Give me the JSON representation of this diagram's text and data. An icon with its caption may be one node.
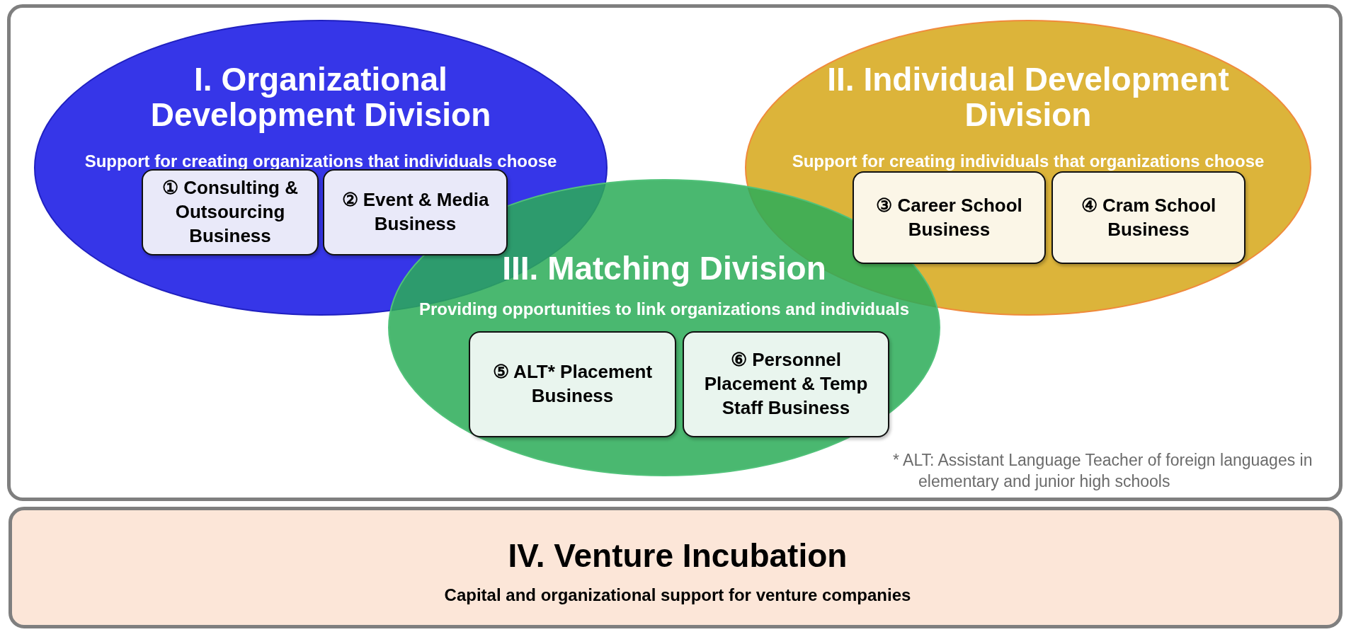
{
  "diagram": {
    "nodes": [
      {
        "text": [
          "I. Organizational Development Division",
          "Support for creating organizations that individuals choose"
        ]
      },
      {
        "text": [
          "① Consulting & Outsourcing Business"
        ],
        "in": 0
      },
      {
        "text": [
          "② Event & Media Business"
        ],
        "in": 0
      },
      {
        "text": [
          "II. Individual Development Division",
          "Support for creating individuals that organizations choose"
        ]
      },
      {
        "text": [
          "③ Career School Business"
        ],
        "in": 3
      },
      {
        "text": [
          "④ Cram School Business"
        ],
        "in": 3
      },
      {
        "text": [
          "III. Matching Division",
          "Providing opportunities to link organizations and individuals"
        ]
      },
      {
        "text": [
          "⑤ ALT* Placement Business"
        ],
        "in": 6
      },
      {
        "text": [
          "⑥ Personnel Placement & Temp Staff Business"
        ],
        "in": 6
      },
      {
        "text": [
          "IV. Venture Incubation",
          "Capital and organizational support for venture companies"
        ]
      }
    ],
    "labels": [
      "* ALT: Assistant Language Teacher of foreign languages in elementary and junior high schools"
    ]
  }
}
